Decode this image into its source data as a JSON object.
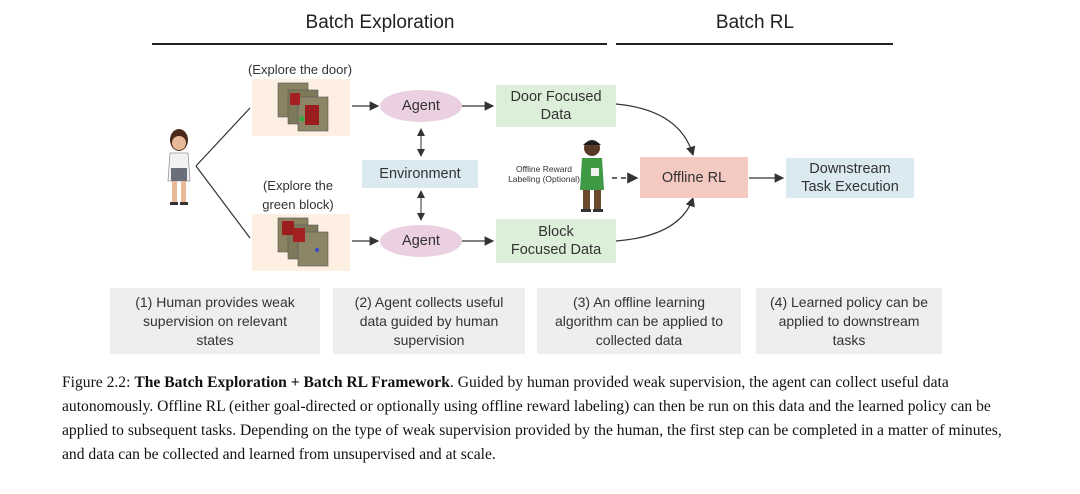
{
  "headers": {
    "batch_exploration": "Batch Exploration",
    "batch_rl": "Batch RL"
  },
  "diagram": {
    "annotation_door": "(Explore the door)",
    "annotation_block": "(Explore the green block)",
    "agent_top": "Agent",
    "agent_bottom": "Agent",
    "environment": "Environment",
    "door_focused_data": "Door Focused Data",
    "block_focused_data": "Block Focused Data",
    "offline_reward_labeling": "Offline Reward Labeling (Optional)",
    "offline_rl": "Offline RL",
    "downstream_task_execution": "Downstream Task Execution"
  },
  "steps": [
    "(1) Human provides weak supervision on relevant states",
    "(2) Agent collects useful data guided by human supervision",
    "(3) An offline learning algorithm can be applied to collected data",
    "(4) Learned policy can be applied to downstream tasks"
  ],
  "caption": {
    "label": "Figure 2.2:",
    "title": "The Batch Exploration + Batch RL Framework",
    "body": ". Guided by human provided weak supervision, the agent can collect useful data autonomously. Offline RL (either goal-directed or optionally using offline reward labeling) can then be run on this data and the learned policy can be applied to subsequent tasks. Depending on the type of weak supervision provided by the human, the first step can be completed in a matter of minutes, and data can be collected and learned from unsupervised and at scale."
  },
  "colors": {
    "data_box": "#dcefd8",
    "environment_box": "#dbeaf1",
    "offline_rl_box": "#f3c9c1",
    "agent_ellipse": "#ebd0e1",
    "image_panel": "#fbe4cf",
    "step_box": "#eeeeee"
  }
}
